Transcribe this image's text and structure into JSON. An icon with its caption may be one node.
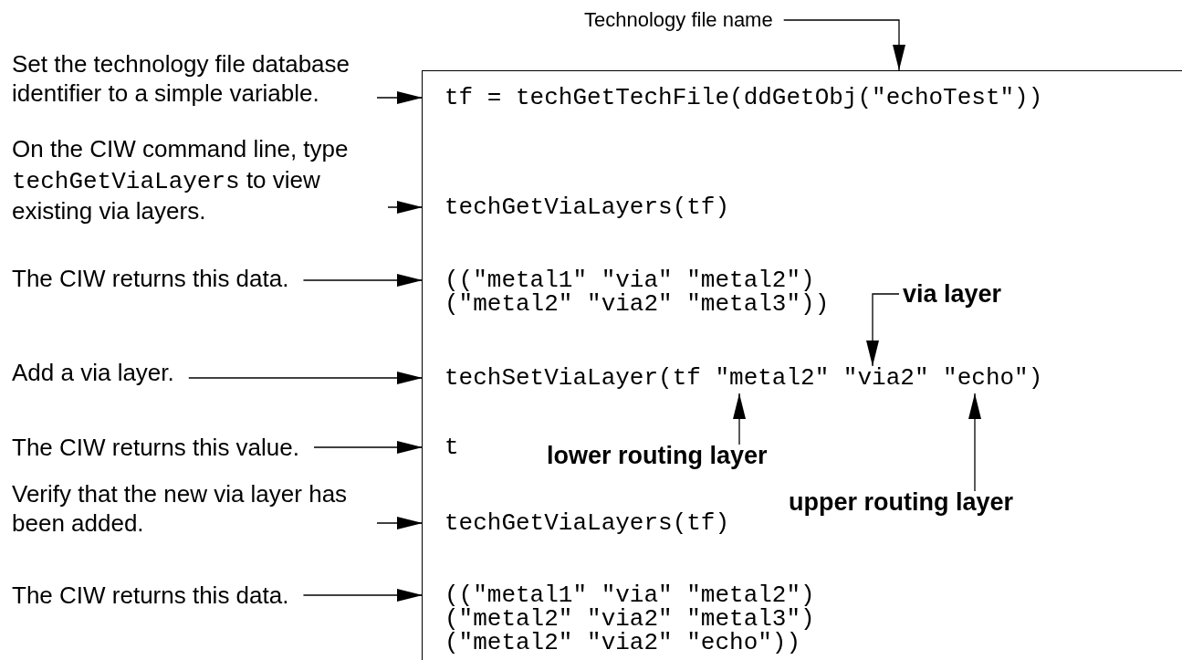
{
  "diagram": {
    "nodes": [
      {
        "text": [],
        "shape": "box"
      },
      {
        "text": [
          "Technology file name"
        ]
      },
      {
        "text": [
          "Set the technology file database identifier to a simple variable."
        ]
      },
      {
        "text": [
          "tf = techGetTechFile(ddGetObj(\"echoTest\"))"
        ],
        "in": 0
      },
      {
        "text": [
          "On the CIW command line, type",
          "techGetViaLayers",
          "to view existing via layers."
        ]
      },
      {
        "text": [
          "techGetViaLayers(tf)"
        ],
        "in": 0
      },
      {
        "text": [
          "The CIW returns this data."
        ]
      },
      {
        "text": [
          "((\"metal1\" \"via\" \"metal2\") (\"metal2\" \"via2\" \"metal3\"))"
        ],
        "in": 0
      },
      {
        "text": [
          "Add a via layer."
        ]
      },
      {
        "text": [
          "techSetViaLayer(tf \"metal2\" \"via2\" \"echo\")"
        ],
        "in": 0
      },
      {
        "text": [
          "The CIW returns this value."
        ]
      },
      {
        "text": [
          "t"
        ],
        "in": 0
      },
      {
        "text": [
          "Verify that the new via layer has been added."
        ]
      },
      {
        "text": [
          "techGetViaLayers(tf)"
        ],
        "in": 0
      },
      {
        "text": [
          "The CIW returns this data."
        ]
      },
      {
        "text": [
          "((\"metal1\" \"via\" \"metal2\") (\"metal2\" \"via2\" \"metal3\") (\"metal2\" \"via2\" \"echo\"))"
        ],
        "in": 0
      },
      {
        "text": [
          "via layer"
        ],
        "in": 0
      },
      {
        "text": [
          "lower routing layer"
        ],
        "in": 0
      },
      {
        "text": [
          "upper routing layer"
        ],
        "in": 0
      }
    ],
    "edges": [
      {
        "from": 1,
        "to": 0,
        "arrow": "to"
      },
      {
        "from": 2,
        "to": 3,
        "arrow": "to"
      },
      {
        "from": 4,
        "to": 5,
        "arrow": "to"
      },
      {
        "from": 6,
        "to": 7,
        "arrow": "to"
      },
      {
        "from": 8,
        "to": 9,
        "arrow": "to"
      },
      {
        "from": 10,
        "to": 11,
        "arrow": "to"
      },
      {
        "from": 12,
        "to": 13,
        "arrow": "to"
      },
      {
        "from": 14,
        "to": 15,
        "arrow": "to"
      },
      {
        "from": 16,
        "to": 9,
        "arrow": "to"
      },
      {
        "from": 17,
        "to": 9,
        "arrow": "to"
      },
      {
        "from": 18,
        "to": 9,
        "arrow": "to"
      }
    ]
  }
}
